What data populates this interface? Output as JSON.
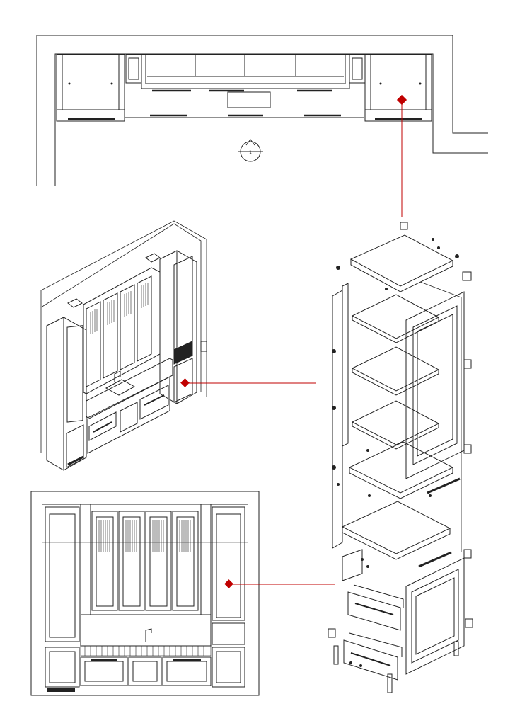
{
  "sheet": {
    "views": [
      "plan",
      "isometric",
      "front-elevation",
      "exploded"
    ],
    "plan": {
      "scale_marker_label": "1"
    },
    "marker_color": "#c00000",
    "line_color": "#222222"
  }
}
